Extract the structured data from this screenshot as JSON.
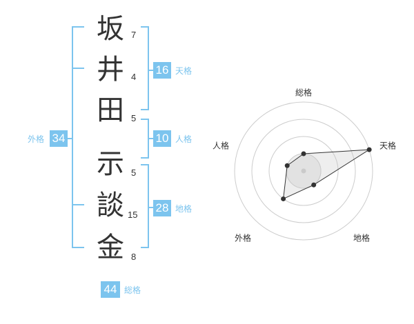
{
  "name_chars": [
    {
      "char": "坂",
      "strokes": "7"
    },
    {
      "char": "井",
      "strokes": "4"
    },
    {
      "char": "田",
      "strokes": "5"
    },
    {
      "char": "示",
      "strokes": "5"
    },
    {
      "char": "談",
      "strokes": "15"
    },
    {
      "char": "金",
      "strokes": "8"
    }
  ],
  "kakaku": {
    "tenkaku": {
      "value": "16",
      "label": "天格"
    },
    "jinkaku": {
      "value": "10",
      "label": "人格"
    },
    "chikaku": {
      "value": "28",
      "label": "地格"
    },
    "gaikaku": {
      "value": "34",
      "label": "外格"
    },
    "soukaku": {
      "value": "44",
      "label": "総格"
    }
  },
  "colors": {
    "accent": "#7cc4ee",
    "text": "#333333",
    "ring": "#cccccc"
  },
  "chart_data": {
    "type": "radar",
    "axes": [
      "総格",
      "天格",
      "地格",
      "外格",
      "人格"
    ],
    "levels": 4,
    "max": 4,
    "values": [
      1,
      4,
      1,
      2,
      1
    ]
  }
}
